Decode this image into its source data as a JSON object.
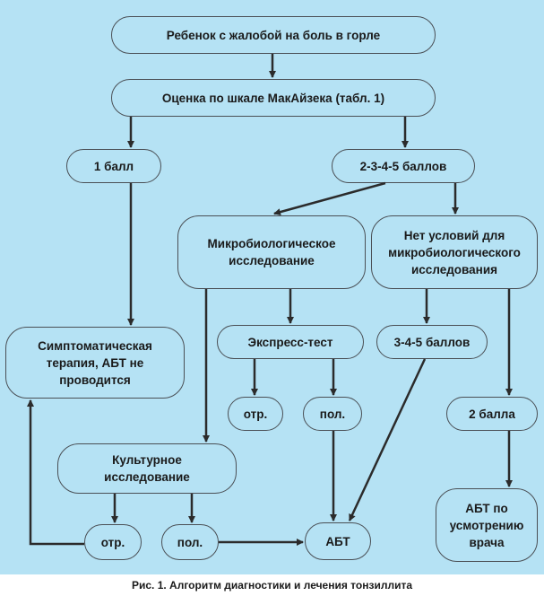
{
  "nodes": {
    "root": "Ребенок с жалобой на боль в горле",
    "mcisaac": "Оценка по шкале МакАйзека (табл. 1)",
    "one_point": "1 балл",
    "two_five": "2-3-4-5 баллов",
    "micro": "Микробиологическое\nисследование",
    "no_micro": "Нет условий для\nмикробиологического\nисследования",
    "symptomatic": "Симптоматическая\nтерапия, АБТ не\nпроводится",
    "express": "Экспресс-тест",
    "three_five": "3-4-5 баллов",
    "express_neg": "отр.",
    "express_pos": "пол.",
    "two_points": "2 балла",
    "culture": "Культурное\nисследование",
    "abt_doctor": "АБТ по\nусмотрению\nврача",
    "culture_neg": "отр.",
    "culture_pos": "пол.",
    "abt": "АБТ"
  },
  "caption": "Рис. 1. Алгоритм диагностики и лечения тонзиллита",
  "colors": {
    "background": "#b5e2f4",
    "stroke": "#4a4f55",
    "arrow": "#2b2b2b"
  }
}
